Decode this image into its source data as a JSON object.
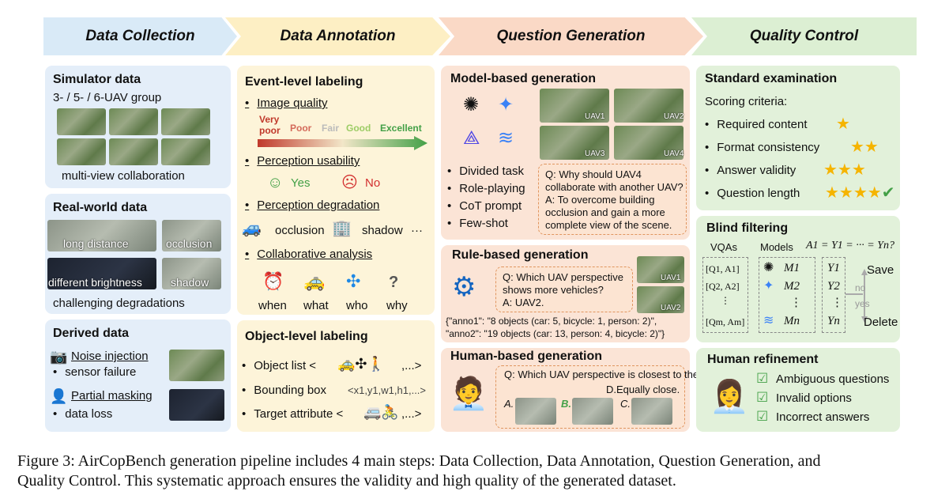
{
  "stages": [
    "Data Collection",
    "Data Annotation",
    "Question Generation",
    "Quality Control"
  ],
  "collection": {
    "sim_title": "Simulator data",
    "sim_sub": "3- / 5- / 6-UAV group",
    "sim_note": "multi-view collaboration",
    "real_title": "Real-world data",
    "real_labels": [
      "long distance",
      "occlusion",
      "different brightness",
      "shadow"
    ],
    "real_note": "challenging degradations",
    "derived_title": "Derived data",
    "noise": "Noise injection",
    "noise_sub": "sensor failure",
    "mask": "Partial masking",
    "mask_sub": "data loss"
  },
  "annotation": {
    "event_title": "Event-level labeling",
    "items": [
      "Image quality",
      "Perception usability",
      "Perception degradation",
      "Collaborative analysis"
    ],
    "quality_scale": [
      "Very poor",
      "Poor",
      "Fair",
      "Good",
      "Excellent"
    ],
    "yes": "Yes",
    "no": "No",
    "occlusion": "occlusion",
    "shadow": "shadow",
    "dots": "···",
    "wh": [
      "when",
      "what",
      "who",
      "why"
    ],
    "object_title": "Object-level labeling",
    "object_items": [
      "Object list <",
      "Bounding box",
      "Target attribute <"
    ],
    "bbox": "<x1,y1,w1,h1,...>",
    "tail": ",...>"
  },
  "question": {
    "model_title": "Model-based generation",
    "uavs": [
      "UAV1",
      "UAV2",
      "UAV3",
      "UAV4"
    ],
    "methods": [
      "Divided task",
      "Role-playing",
      "CoT prompt",
      "Few-shot"
    ],
    "model_q": "Q: Why should UAV4 collaborate with another UAV?",
    "model_a": "A: To overcome building occlusion and gain a more complete view of the scene.",
    "rule_title": "Rule-based generation",
    "rule_q": "Q: Which UAV perspective shows more vehicles?",
    "rule_a": "A: UAV2.",
    "rule_uavs": [
      "UAV1",
      "UAV2"
    ],
    "anno1": "{\"anno1\": \"8 objects (car: 5, bicycle: 1, person: 2)\",",
    "anno2": "\"anno2\": \"19 objects (car: 13, person: 4, bicycle: 2)\"}",
    "human_title": "Human-based generation",
    "human_q": "Q: Which UAV perspective is closest to the drone target?",
    "human_d": "D.Equally close.",
    "human_opts": [
      "A.",
      "B.",
      "C."
    ]
  },
  "quality": {
    "std_title": "Standard examination",
    "criteria": "Scoring criteria:",
    "crit_items": [
      "Required content",
      "Format consistency",
      "Answer validity",
      "Question length"
    ],
    "blind_title": "Blind filtering",
    "vqas": "VQAs",
    "models": "Models",
    "formula": "A1 = Y1 = ··· = Yn?",
    "q": [
      "[Q1, A1]",
      "[Q2, A2]",
      "⋮",
      "[Qm, Am]"
    ],
    "m": [
      "M1",
      "M2",
      "⋮",
      "Mn"
    ],
    "y": [
      "Y1",
      "Y2",
      "⋮",
      "Yn"
    ],
    "save": "Save",
    "no": "no",
    "yes": "yes",
    "delete": "Delete",
    "human_title": "Human refinement",
    "refine": [
      "Ambiguous questions",
      "Invalid options",
      "Incorrect answers"
    ]
  },
  "caption_line1": "Figure 3: AirCopBench generation pipeline includes 4 main steps: Data Collection, Data Annotation, Question Generation, and",
  "caption_line2": "Quality Control. This systematic approach ensures the validity and high quality of the generated dataset."
}
